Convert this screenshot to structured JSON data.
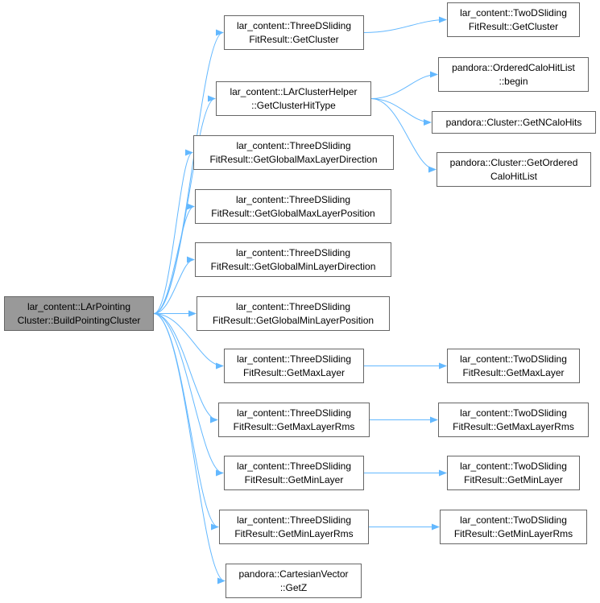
{
  "colors": {
    "edge": "#63b8ff",
    "root_fill": "#999999",
    "node_fill": "#ffffff",
    "node_border": "#666666"
  },
  "nodes": [
    {
      "id": "root",
      "lines": [
        "lar_content::LArPointing",
        "Cluster::BuildPointingCluster"
      ]
    },
    {
      "id": "n_getcluster",
      "lines": [
        "lar_content::ThreeDSliding",
        "FitResult::GetCluster"
      ]
    },
    {
      "id": "n_hittype",
      "lines": [
        "lar_content::LArClusterHelper",
        "::GetClusterHitType"
      ]
    },
    {
      "id": "n_maxdir",
      "lines": [
        "lar_content::ThreeDSliding",
        "FitResult::GetGlobalMaxLayerDirection"
      ]
    },
    {
      "id": "n_maxpos",
      "lines": [
        "lar_content::ThreeDSliding",
        "FitResult::GetGlobalMaxLayerPosition"
      ]
    },
    {
      "id": "n_mindir",
      "lines": [
        "lar_content::ThreeDSliding",
        "FitResult::GetGlobalMinLayerDirection"
      ]
    },
    {
      "id": "n_minpos",
      "lines": [
        "lar_content::ThreeDSliding",
        "FitResult::GetGlobalMinLayerPosition"
      ]
    },
    {
      "id": "n_maxlayer",
      "lines": [
        "lar_content::ThreeDSliding",
        "FitResult::GetMaxLayer"
      ]
    },
    {
      "id": "n_maxrms",
      "lines": [
        "lar_content::ThreeDSliding",
        "FitResult::GetMaxLayerRms"
      ]
    },
    {
      "id": "n_minlayer",
      "lines": [
        "lar_content::ThreeDSliding",
        "FitResult::GetMinLayer"
      ]
    },
    {
      "id": "n_minrms",
      "lines": [
        "lar_content::ThreeDSliding",
        "FitResult::GetMinLayerRms"
      ]
    },
    {
      "id": "n_getz",
      "lines": [
        "pandora::CartesianVector",
        "::GetZ"
      ]
    },
    {
      "id": "t_getcluster",
      "lines": [
        "lar_content::TwoDSliding",
        "FitResult::GetCluster"
      ]
    },
    {
      "id": "p_begin",
      "lines": [
        "pandora::OrderedCaloHitList",
        "::begin"
      ]
    },
    {
      "id": "p_ncalo",
      "lines": [
        "pandora::Cluster::GetNCaloHits"
      ]
    },
    {
      "id": "p_ordered",
      "lines": [
        "pandora::Cluster::GetOrdered",
        "CaloHitList"
      ]
    },
    {
      "id": "t_maxlayer",
      "lines": [
        "lar_content::TwoDSliding",
        "FitResult::GetMaxLayer"
      ]
    },
    {
      "id": "t_maxrms",
      "lines": [
        "lar_content::TwoDSliding",
        "FitResult::GetMaxLayerRms"
      ]
    },
    {
      "id": "t_minlayer",
      "lines": [
        "lar_content::TwoDSliding",
        "FitResult::GetMinLayer"
      ]
    },
    {
      "id": "t_minrms",
      "lines": [
        "lar_content::TwoDSliding",
        "FitResult::GetMinLayerRms"
      ]
    }
  ],
  "edges": [
    [
      "root",
      "n_getcluster"
    ],
    [
      "root",
      "n_hittype"
    ],
    [
      "root",
      "n_maxdir"
    ],
    [
      "root",
      "n_maxpos"
    ],
    [
      "root",
      "n_mindir"
    ],
    [
      "root",
      "n_minpos"
    ],
    [
      "root",
      "n_maxlayer"
    ],
    [
      "root",
      "n_maxrms"
    ],
    [
      "root",
      "n_minlayer"
    ],
    [
      "root",
      "n_minrms"
    ],
    [
      "root",
      "n_getz"
    ],
    [
      "n_getcluster",
      "t_getcluster"
    ],
    [
      "n_hittype",
      "p_begin"
    ],
    [
      "n_hittype",
      "p_ncalo"
    ],
    [
      "n_hittype",
      "p_ordered"
    ],
    [
      "n_maxlayer",
      "t_maxlayer"
    ],
    [
      "n_maxrms",
      "t_maxrms"
    ],
    [
      "n_minlayer",
      "t_minlayer"
    ],
    [
      "n_minrms",
      "t_minrms"
    ]
  ]
}
